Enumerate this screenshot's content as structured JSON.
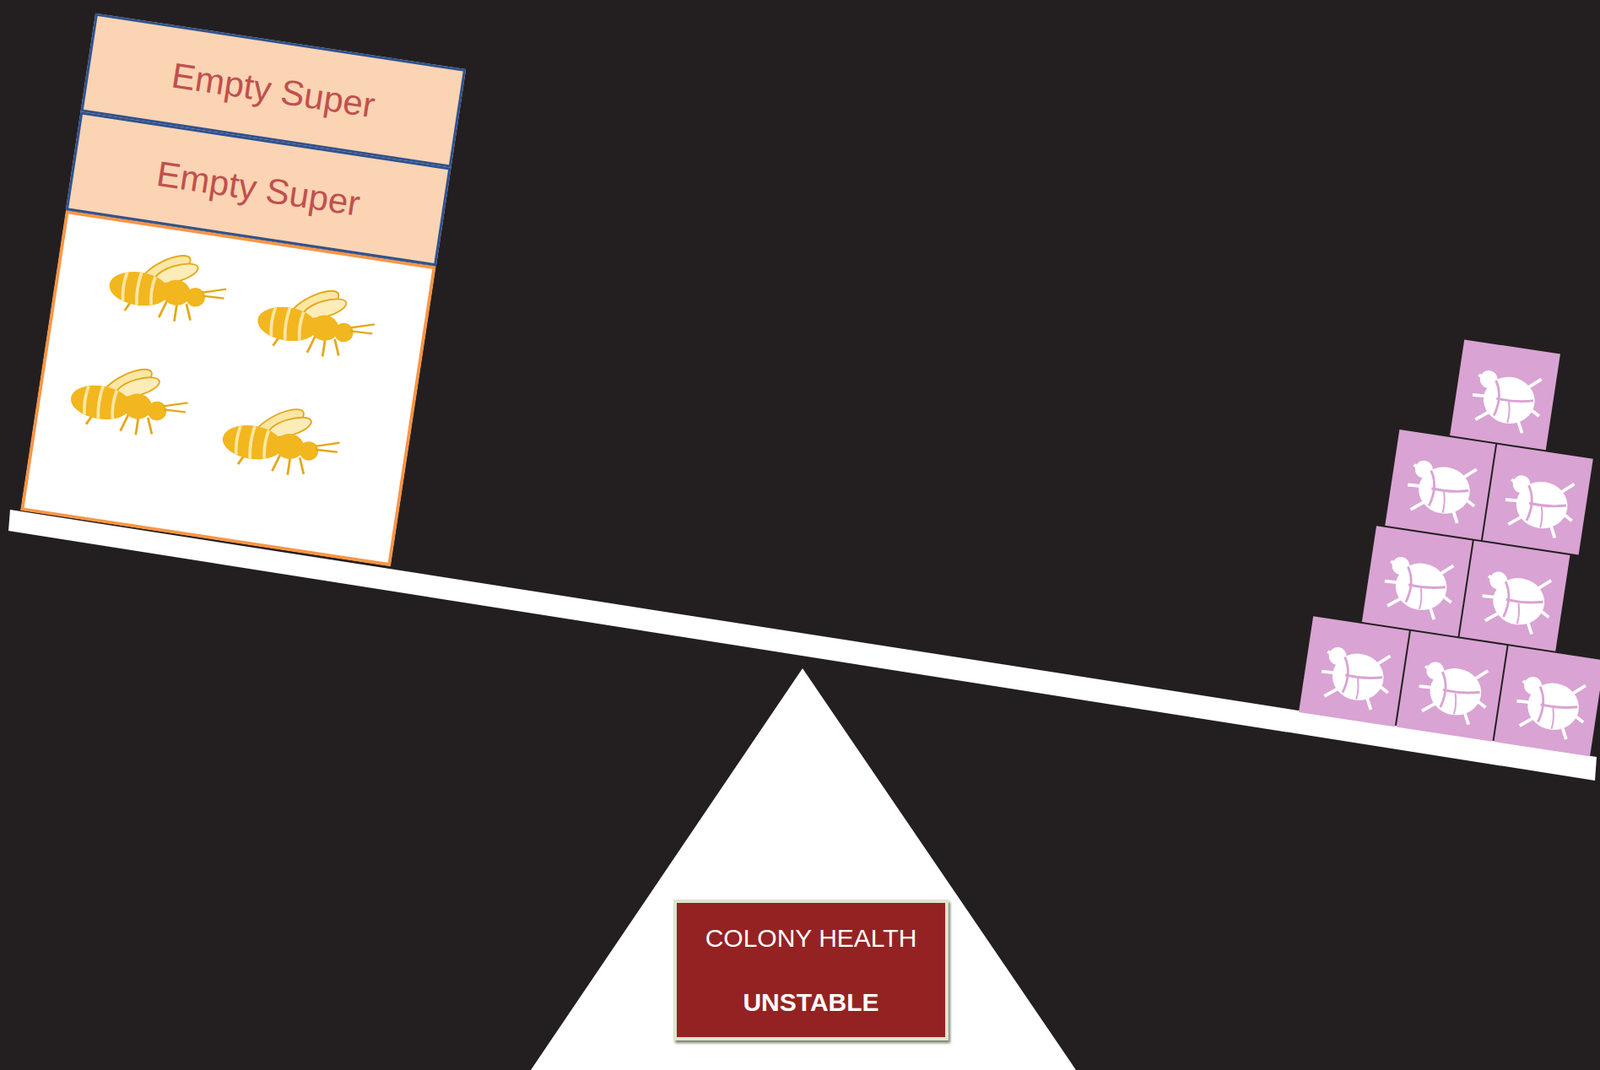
{
  "diagram": {
    "nodes": [
      {
        "text": [
          "Empty Super"
        ]
      },
      {
        "text": [
          "Empty Super"
        ]
      },
      {
        "text": [
          "COLONY HEALTH",
          "UNSTABLE"
        ]
      }
    ]
  }
}
